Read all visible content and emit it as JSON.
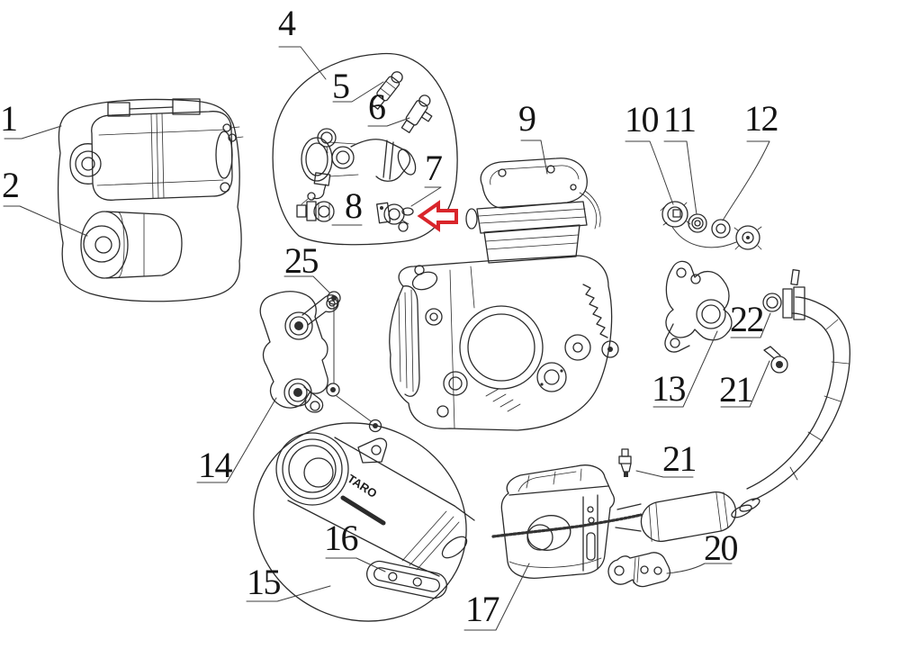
{
  "diagram": {
    "type": "exploded-parts-diagram",
    "colors": {
      "background": "#ffffff",
      "line": "#2b2b2b",
      "label": "#141414",
      "highlight_arrow": "#d9252b"
    },
    "highlight_arrow": {
      "icon": "left-block-arrow",
      "color": "#d9252b",
      "points_to_part": "7"
    },
    "muffler_logo": "TARO",
    "callouts": [
      {
        "number": "1",
        "part": "air-filter-box"
      },
      {
        "number": "2",
        "part": "air-filter-element"
      },
      {
        "number": "4",
        "part": "throttle-body-group"
      },
      {
        "number": "5",
        "part": "injector"
      },
      {
        "number": "6",
        "part": "injector"
      },
      {
        "number": "7",
        "part": "idle-air-valve"
      },
      {
        "number": "8",
        "part": "sensor"
      },
      {
        "number": "9",
        "part": "engine-assembly"
      },
      {
        "number": "10",
        "part": "flange-nut"
      },
      {
        "number": "11",
        "part": "washer"
      },
      {
        "number": "12",
        "part": "washer-nut"
      },
      {
        "number": "13",
        "part": "engine-mount-bracket"
      },
      {
        "number": "14",
        "part": "mount-bracket"
      },
      {
        "number": "15",
        "part": "muffler-group"
      },
      {
        "number": "16",
        "part": "clamp-plate"
      },
      {
        "number": "17",
        "part": "silencer-box"
      },
      {
        "number": "20",
        "part": "exhaust-bracket"
      },
      {
        "number": "21",
        "part": "bolt"
      },
      {
        "number": "21",
        "part": "bolt"
      },
      {
        "number": "22",
        "part": "gasket-ring"
      },
      {
        "number": "25",
        "part": "washer-set"
      }
    ]
  }
}
